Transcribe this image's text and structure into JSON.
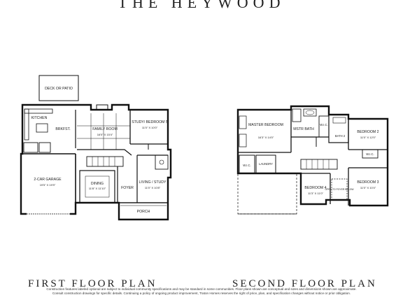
{
  "title": "THE HEYWOOD",
  "first_floor": {
    "label": "FIRST FLOOR PLAN",
    "rooms": {
      "deck": "DECK OR PATIO",
      "kitchen": "KITCHEN",
      "brkfst": "BRKFST.",
      "family": "FAMILY ROOM",
      "family_dim": "16'0\" X 15'4\"",
      "study": "STUDY/ BEDROOM 5",
      "study_dim": "11'0\" X 10'0\"",
      "garage": "2-CAR GARAGE",
      "garage_dim": "19'5\" X 19'9\"",
      "dining": "DINING",
      "dining_dim": "11'8\" X 11'10\"",
      "foyer": "FOYER",
      "living": "LIVING / STUDY",
      "living_dim": "11'0\" X 10'8\"",
      "porch": "PORCH"
    }
  },
  "second_floor": {
    "label": "SECOND FLOOR PLAN",
    "rooms": {
      "master": "MASTER BEDROOM",
      "master_dim": "16'3\" X 14'0\"",
      "mstr_bath": "MSTR BATH",
      "wic1": "W.I.C.",
      "bath2": "BATH 2",
      "bedroom2": "BEDROOM 2",
      "bedroom2_dim": "11'0\" X 12'0\"",
      "wic2": "W.I.C.",
      "laundry": "LAUNDRY",
      "bedroom4": "BEDROOM 4",
      "bedroom4_dim": "11'3\" X 11'0\"",
      "open_foyer": "OPEN TO FOYER BELOW",
      "bedroom3": "BEDROOM 3",
      "bedroom3_dim": "11'0\" X 10'4\""
    }
  },
  "disclaimer": {
    "line1": "Construction features labeled optional are subject to individual community specifications and may be standard in some communities. Floor plans shown are conceptual and sizes and dimensions shown are approximate.",
    "line2": "Consult construction drawings for specific details. Continuing a policy of ongoing product improvement, Traton Homes reserves the right of price, plan, and specification changes without notice or prior obligation."
  }
}
